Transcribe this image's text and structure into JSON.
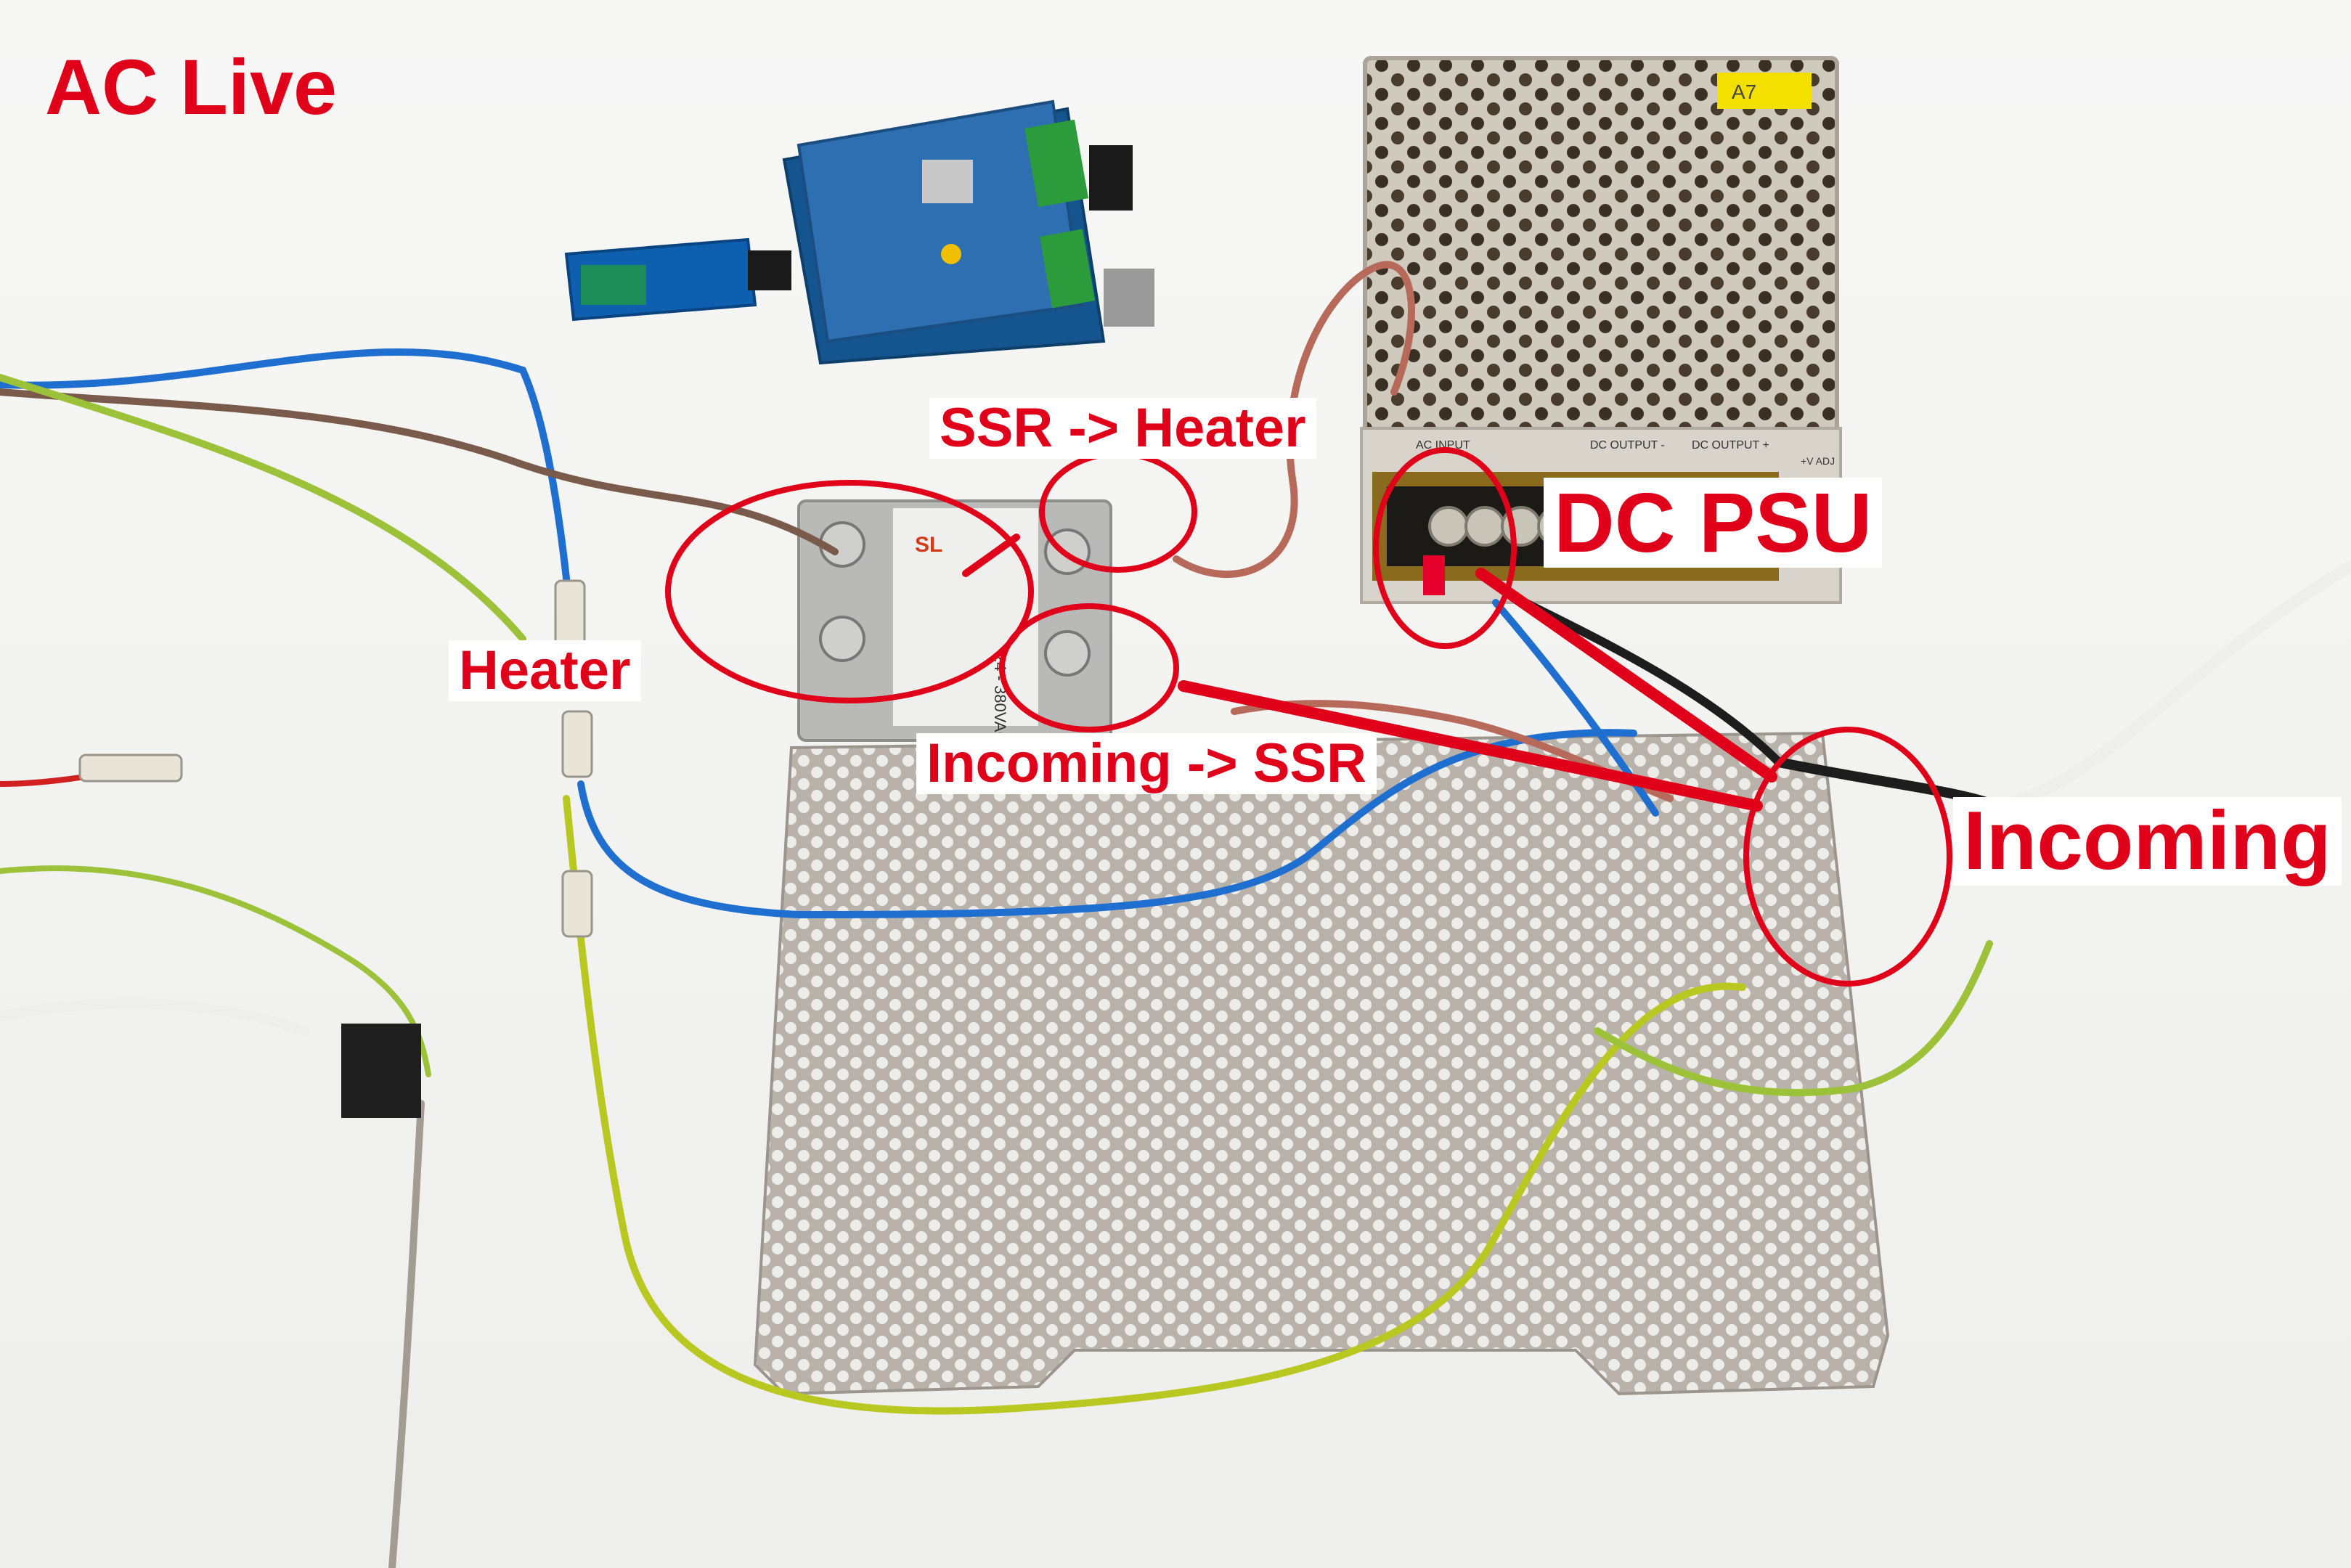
{
  "labels": {
    "title": "AC Live",
    "ssr_heater": "SSR -> Heater",
    "heater": "Heater",
    "incoming_ssr": "Incoming -> SSR",
    "dc_psu": "DC PSU",
    "incoming": "Incoming"
  },
  "colors": {
    "annotation": "#e0001a",
    "background": "#f4f4f3",
    "wire_blue": "#1f6fd0",
    "wire_brown": "#7a5a4a",
    "wire_green_yellow": "#9cc23a",
    "wire_black": "#1d1d1d",
    "wire_red_brown": "#b86a5a"
  },
  "psu_panel_text": {
    "ac_input": "AC INPUT",
    "dc_output_minus": "DC OUTPUT -",
    "dc_output_plus": "DC OUTPUT +",
    "adj": "+V ADJ",
    "sticker": "A7"
  },
  "ssr_text": {
    "brand": "SL",
    "voltage": "24 - 380VAC"
  }
}
